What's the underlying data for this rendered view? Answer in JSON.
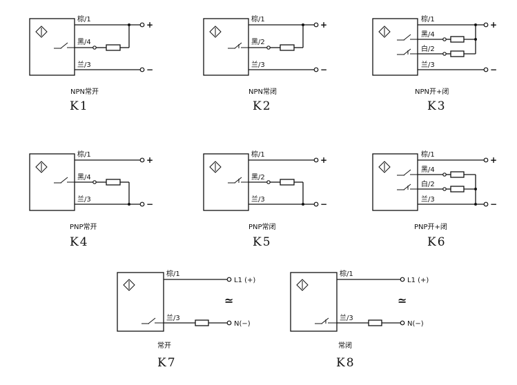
{
  "diagrams": [
    {
      "id": "K1",
      "caption": "NPN常开",
      "wires": [
        {
          "label": "棕/1",
          "sign": "+"
        },
        {
          "label": "黑/4"
        },
        {
          "label": "兰/3",
          "sign": "−"
        }
      ]
    },
    {
      "id": "K2",
      "caption": "NPN常闭",
      "wires": [
        {
          "label": "棕/1",
          "sign": "+"
        },
        {
          "label": "黑/2"
        },
        {
          "label": "兰/3",
          "sign": "−"
        }
      ]
    },
    {
      "id": "K3",
      "caption": "NPN开+闭",
      "wires": [
        {
          "label": "棕/1",
          "sign": "+"
        },
        {
          "label": "黑/4"
        },
        {
          "label": "白/2"
        },
        {
          "label": "兰/3",
          "sign": "−"
        }
      ]
    },
    {
      "id": "K4",
      "caption": "PNP常开",
      "wires": [
        {
          "label": "棕/1",
          "sign": "+"
        },
        {
          "label": "黑/4"
        },
        {
          "label": "兰/3",
          "sign": "−"
        }
      ]
    },
    {
      "id": "K5",
      "caption": "PNP常闭",
      "wires": [
        {
          "label": "棕/1",
          "sign": "+"
        },
        {
          "label": "黑/2"
        },
        {
          "label": "兰/3",
          "sign": "−"
        }
      ]
    },
    {
      "id": "K6",
      "caption": "PNP开+闭",
      "wires": [
        {
          "label": "棕/1",
          "sign": "+"
        },
        {
          "label": "黑/4"
        },
        {
          "label": "白/2"
        },
        {
          "label": "兰/3",
          "sign": "−"
        }
      ]
    },
    {
      "id": "K7",
      "caption": "常开",
      "wires": [
        {
          "label": "棕/1",
          "terminal": "L1 (+)"
        },
        {
          "label": "兰/3",
          "terminal": "N(−)"
        }
      ],
      "ac_symbol": "≃"
    },
    {
      "id": "K8",
      "caption": "常闭",
      "wires": [
        {
          "label": "棕/1",
          "terminal": "L1 (+)"
        },
        {
          "label": "兰/3",
          "terminal": "N(−)"
        }
      ],
      "ac_symbol": "≃"
    }
  ]
}
